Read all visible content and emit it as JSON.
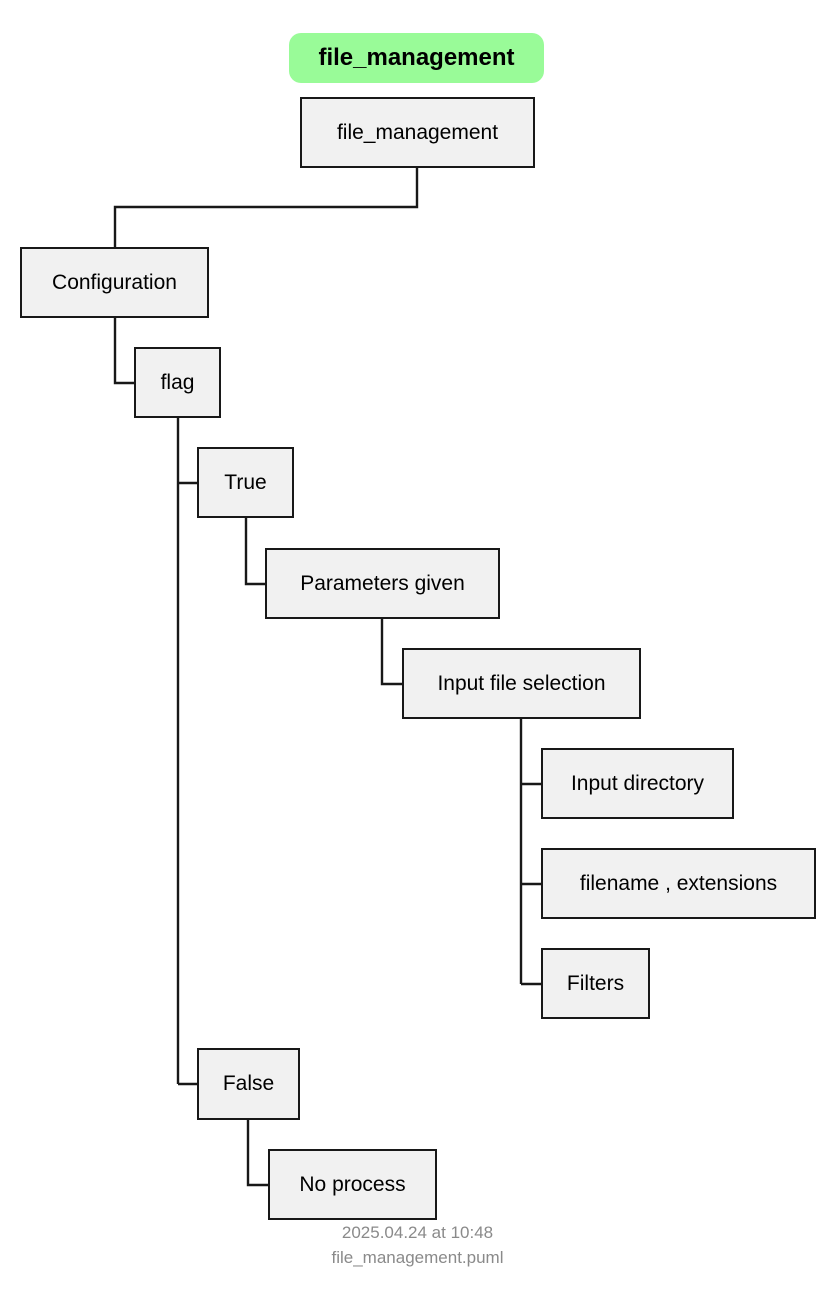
{
  "title": "file_management",
  "nodes": {
    "root": "file_management",
    "configuration": "Configuration",
    "flag": "flag",
    "true": "True",
    "parameters_given": "Parameters given",
    "input_file_selection": "Input file selection",
    "input_directory": "Input directory",
    "filename_extensions": "filename , extensions",
    "filters": "Filters",
    "false": "False",
    "no_process": "No process"
  },
  "footer": {
    "timestamp": "2025.04.24 at 10:48",
    "filename": "file_management.puml"
  },
  "colors": {
    "title_background": "#99fb98",
    "node_fill": "#f1f1f1",
    "line": "#181818",
    "footer_text": "#8a8a8a"
  }
}
